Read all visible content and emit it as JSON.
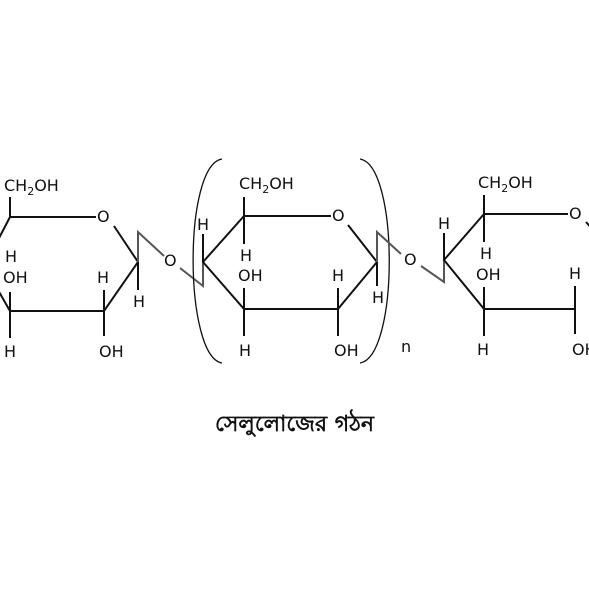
{
  "labels": {
    "ring_oxygen": "O",
    "bridge_oxygen": "O",
    "hydrogen": "H",
    "hydroxyl": "OH",
    "ch2oh_prefix": "CH",
    "ch2oh_sub": "2",
    "ch2oh_suffix": "OH",
    "repeat_n": "n"
  },
  "caption": "সেলুলোজের গঠন"
}
